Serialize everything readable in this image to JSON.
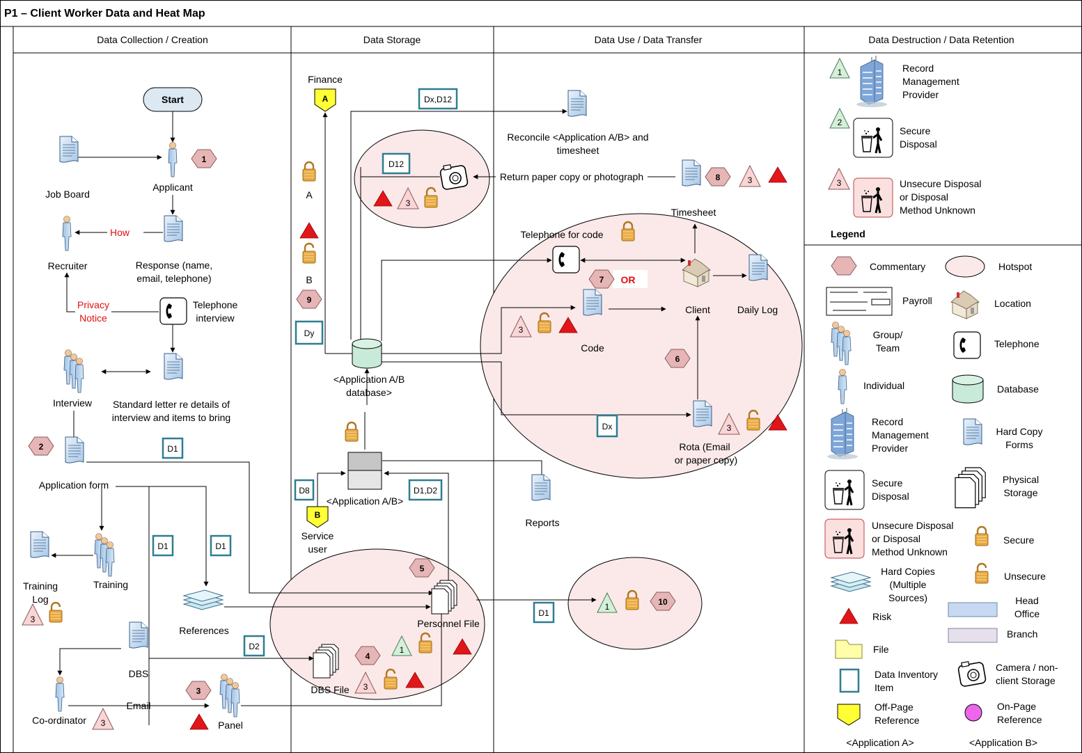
{
  "title": "P1 – Client Worker Data and Heat Map",
  "lanes": {
    "collection": "Data Collection / Creation",
    "storage": "Data Storage",
    "use": "Data Use / Data Transfer",
    "destruction": "Data Destruction / Data Retention"
  },
  "nodes": {
    "start": "Start",
    "job_board": "Job Board",
    "applicant": "Applicant",
    "recruiter": "Recruiter",
    "how": "How",
    "response": [
      "Response (name,",
      "email, telephone)"
    ],
    "privacy_notice": [
      "Privacy",
      "Notice"
    ],
    "telephone_interview": [
      "Telephone",
      "interview"
    ],
    "interview": "Interview",
    "standard_letter": [
      "Standard letter re details of",
      "interview and items to bring"
    ],
    "application_form": "Application form",
    "training": "Training",
    "training_log": [
      "Training",
      "Log"
    ],
    "references": "References",
    "dbs": "DBS",
    "coordinator": "Co-ordinator",
    "email": "Email",
    "panel": "Panel",
    "finance": "Finance",
    "lock_a": "A",
    "lock_b": "B",
    "app_db": [
      "<Application A/B",
      "database>"
    ],
    "app_ab": "<Application A/B>",
    "service_user": [
      "Service",
      "user"
    ],
    "personnel_file": "Personnel File",
    "dbs_file": "DBS File",
    "reconcile": [
      "Reconcile <Application A/B> and",
      "timesheet"
    ],
    "return_paper": "Return paper copy or photograph",
    "timesheet": "Timesheet",
    "telephone_for_code": "Telephone for code",
    "or": "OR",
    "client": "Client",
    "daily_log": "Daily Log",
    "code": "Code",
    "rota": [
      "Rota (Email",
      "or paper copy)"
    ],
    "reports": "Reports"
  },
  "badges": {
    "dx_d12": "Dx,D12",
    "d12": "D12",
    "dy": "Dy",
    "dx": "Dx",
    "d1_a": "D1",
    "d1_b": "D1",
    "d1_c": "D1",
    "d1_d": "D1",
    "d2": "D2",
    "d8": "D8",
    "d1_d2": "D1,D2"
  },
  "offpage": {
    "a": "A",
    "b": "B"
  },
  "commentary": {
    "c1": "1",
    "c2": "2",
    "c3": "3",
    "c4": "4",
    "c5": "5",
    "c6": "6",
    "c7": "7",
    "c8": "8",
    "c9": "9",
    "c10": "10"
  },
  "triangles": {
    "t1": "1",
    "t2": "2",
    "t3": "3"
  },
  "retention": {
    "rmp": [
      "Record",
      "Management",
      "Provider"
    ],
    "secure": [
      "Secure",
      "Disposal"
    ],
    "unsecure": [
      "Unsecure Disposal",
      "or Disposal",
      "Method Unknown"
    ]
  },
  "legend": {
    "title": "Legend",
    "commentary": "Commentary",
    "hotspot": "Hotspot",
    "payroll": "Payroll",
    "location": "Location",
    "group": [
      "Group/",
      "Team"
    ],
    "telephone": "Telephone",
    "individual": "Individual",
    "database": "Database",
    "rmp": [
      "Record",
      "Management",
      "Provider"
    ],
    "hard_copy": [
      "Hard Copy",
      "Forms"
    ],
    "secure_disposal": [
      "Secure",
      "Disposal"
    ],
    "physical_storage": [
      "Physical",
      "Storage"
    ],
    "unsecure_disposal": [
      "Unsecure Disposal",
      "or Disposal",
      "Method Unknown"
    ],
    "secure": "Secure",
    "unsecure": "Unsecure",
    "hard_copies": [
      "Hard Copies",
      "(Multiple",
      "Sources)"
    ],
    "risk": "Risk",
    "head_office": [
      "Head",
      "Office"
    ],
    "branch": "Branch",
    "file": "File",
    "camera": [
      "Camera / non-",
      "client Storage"
    ],
    "data_inventory": [
      "Data Inventory",
      "Item"
    ],
    "offpage": [
      "Off-Page",
      "Reference"
    ],
    "onpage": [
      "On-Page",
      "Reference"
    ],
    "app_a": "<Application A>",
    "app_b": "<Application B>"
  },
  "colors": {
    "hotspot_fill": "#fbe9e9",
    "commentary_fill": "#e6b5b5",
    "risk": "#e0161a",
    "inventory_border": "#2e7d91",
    "offpage_fill": "#ffff33",
    "doc_fill": "#cde2f3",
    "db_fill": "#c8ead8",
    "lock": "#e6a23c",
    "head_office": "#c6d9f1",
    "branch": "#e5e0ec",
    "onpage": "#ee66ee",
    "file": "#ffffaa",
    "red_text": "#e01010"
  }
}
